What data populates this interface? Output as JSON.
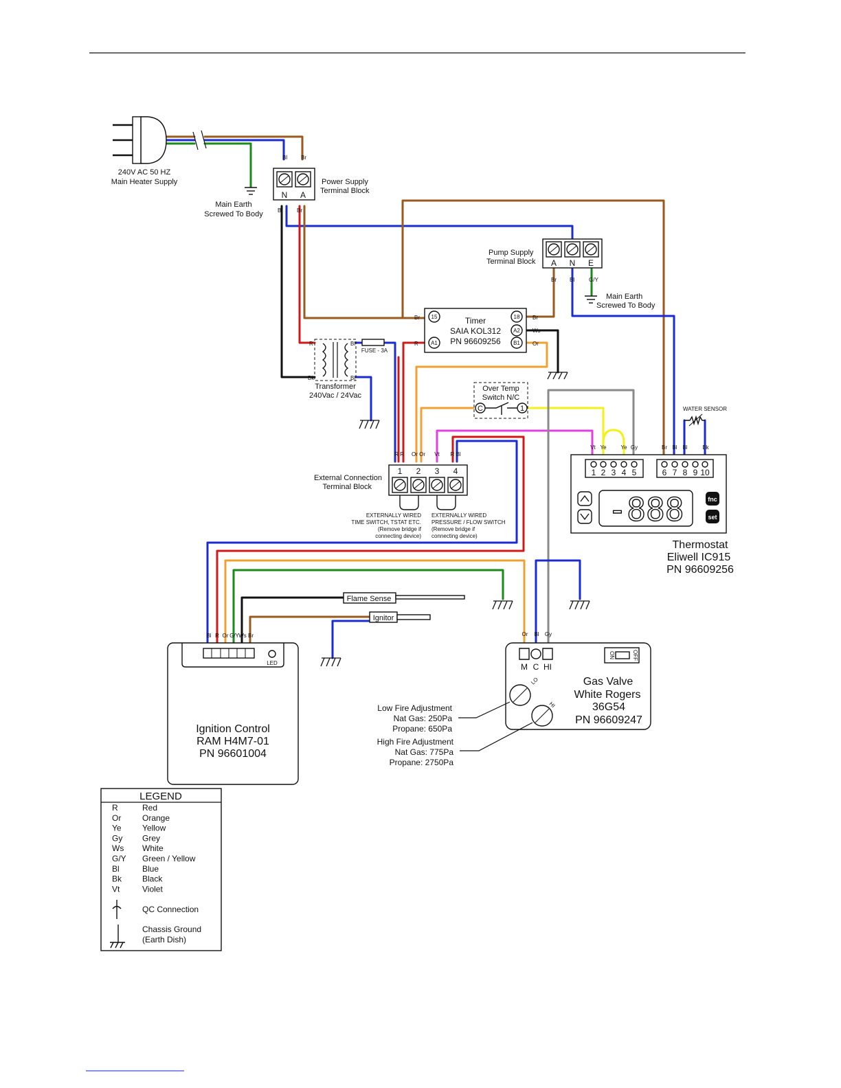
{
  "plug": {
    "line1": "240V AC 50 HZ",
    "line2": "Main Heater Supply"
  },
  "main_earth_1": {
    "line1": "Main Earth",
    "line2": "Screwed To Body"
  },
  "power_supply_block": {
    "line1": "Power Supply",
    "line2": "Terminal Block",
    "terminals": [
      "N",
      "A"
    ]
  },
  "pump_supply_block": {
    "line1": "Pump Supply",
    "line2": "Terminal Block",
    "terminals": [
      "A",
      "N",
      "E"
    ]
  },
  "main_earth_2": {
    "line1": "Main Earth",
    "line2": "Screwed To Body"
  },
  "timer": {
    "line1": "Timer",
    "line2": "SAIA KOL312",
    "line3": "PN 96609256",
    "pins": [
      "15",
      "A1",
      "18",
      "A2",
      "B1"
    ]
  },
  "fuse": {
    "label": "FUSE - 3A"
  },
  "transformer": {
    "line1": "Transformer",
    "line2": "240Vac / 24Vac"
  },
  "over_temp": {
    "line1": "Over Temp",
    "line2": "Switch N/C",
    "pins": [
      "C",
      "1"
    ]
  },
  "water_sensor": {
    "label": "WATER SENSOR"
  },
  "external_block": {
    "line1": "External Connection",
    "line2": "Terminal Block",
    "terminals": [
      "1",
      "2",
      "3",
      "4"
    ],
    "note_left": [
      "EXTERNALLY WIRED",
      "TIME SWITCH, TSTAT ETC.",
      "(Remove bridge if",
      "connecting device)"
    ],
    "note_right": [
      "EXTERNALLY WIRED",
      "PRESSURE / FLOW SWITCH",
      "(Remove bridge if",
      "connecting device)"
    ]
  },
  "thermostat": {
    "line1": "Thermostat",
    "line2": "Eliwell IC915",
    "line3": "PN 96609256",
    "terminals": [
      "1",
      "2",
      "3",
      "4",
      "5",
      "6",
      "7",
      "8",
      "9",
      "10"
    ],
    "display": "-888",
    "btn1": "fnc",
    "btn2": "set"
  },
  "wire_tags": {
    "Bl": "Bl",
    "Br": "Br",
    "R": "R",
    "Bk": "Bk",
    "Ws": "Ws",
    "Or": "Or",
    "Vt": "Vt",
    "Ye": "Ye",
    "Gy": "Gy",
    "GY": "G/Y",
    "RBl": "R Bl",
    "OrOr": "Or Or",
    "RR": "R R"
  },
  "flame_sense": {
    "label": "Flame Sense"
  },
  "ignitor": {
    "label": "Ignitor"
  },
  "ignition_control": {
    "line1": "Ignition Control",
    "line2": "RAM H4M7-01",
    "line3": "PN 96601004",
    "led": "LED"
  },
  "gas_valve": {
    "line1": "Gas Valve",
    "line2": "White Rogers",
    "line3": "36G54",
    "line4": "PN 96609247",
    "terminals": [
      "M",
      "C",
      "HI"
    ],
    "switch_on": "ON",
    "switch_off": "OFF",
    "lo": "LO",
    "hi": "HI"
  },
  "low_fire": {
    "line1": "Low Fire Adjustment",
    "line2": "Nat Gas: 250Pa",
    "line3": "Propane: 650Pa"
  },
  "high_fire": {
    "line1": "High Fire Adjustment",
    "line2": "Nat Gas: 775Pa",
    "line3": "Propane: 2750Pa"
  },
  "legend": {
    "title": "LEGEND",
    "items": [
      {
        "code": "R",
        "name": "Red"
      },
      {
        "code": "Or",
        "name": "Orange"
      },
      {
        "code": "Ye",
        "name": "Yellow"
      },
      {
        "code": "Gy",
        "name": "Grey"
      },
      {
        "code": "Ws",
        "name": "White"
      },
      {
        "code": "G/Y",
        "name": "Green / Yellow"
      },
      {
        "code": "Bl",
        "name": "Blue"
      },
      {
        "code": "Bk",
        "name": "Black"
      },
      {
        "code": "Vt",
        "name": "Violet"
      }
    ],
    "qc": "QC Connection",
    "chassis1": "Chassis Ground",
    "chassis2": "(Earth Dish)"
  },
  "colors": {
    "blue": "#1a2bd0",
    "brown": "#9a5a1e",
    "red": "#d01818",
    "orange": "#f0a030",
    "yellow": "#f2f21a",
    "violet": "#e040e0",
    "green": "#1a8a1a",
    "black": "#111111",
    "grey": "#8a8a8a"
  }
}
